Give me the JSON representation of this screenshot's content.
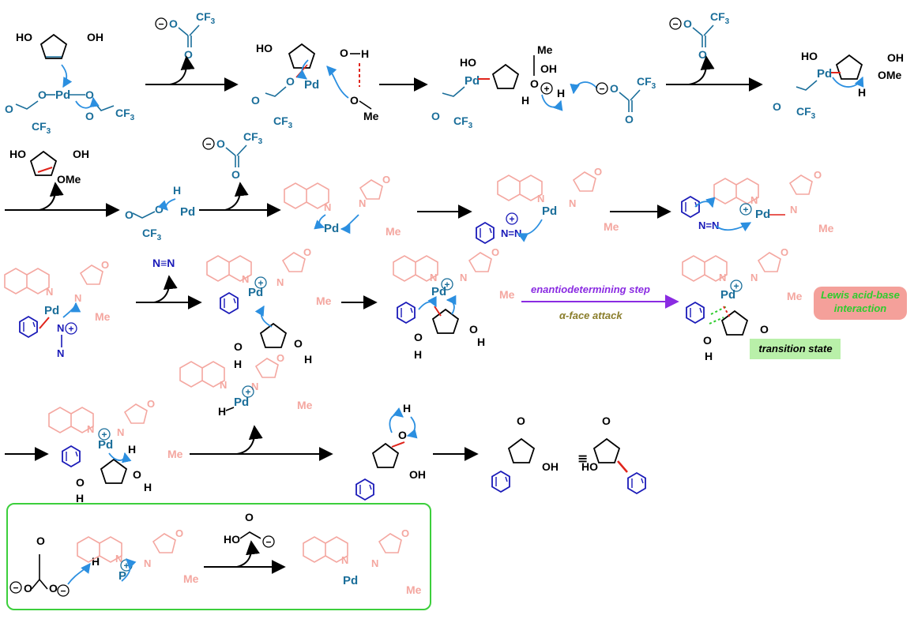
{
  "colors": {
    "black": "#000000",
    "pd_blue": "#1a6e9a",
    "arrow_blue": "#2b8fe0",
    "ligand_pink": "#f4a7a0",
    "red": "#e0241b",
    "dark_blue": "#1a1ab8",
    "purple": "#8a2be2",
    "olive": "#8a7d2a",
    "green_text": "#2ecc2e",
    "green_box": "#b9f0a9",
    "pink_box": "#f4a09a",
    "panel_green": "#3ccf3c"
  },
  "labels": {
    "enantio_step": "enantiodetermining step",
    "alpha_face": "α-face attack",
    "lewis_line1": "Lewis acid-base",
    "lewis_line2": "interaction",
    "transition_state": "transition state",
    "equiv": "≡"
  },
  "atoms": {
    "HO": "HO",
    "OH": "OH",
    "O": "O",
    "H": "H",
    "Pd": "Pd",
    "P": "P",
    "N": "N",
    "Me": "Me",
    "OMe": "OMe",
    "CF3": "CF",
    "sub3": "3",
    "plus": "+",
    "minus": "−"
  }
}
